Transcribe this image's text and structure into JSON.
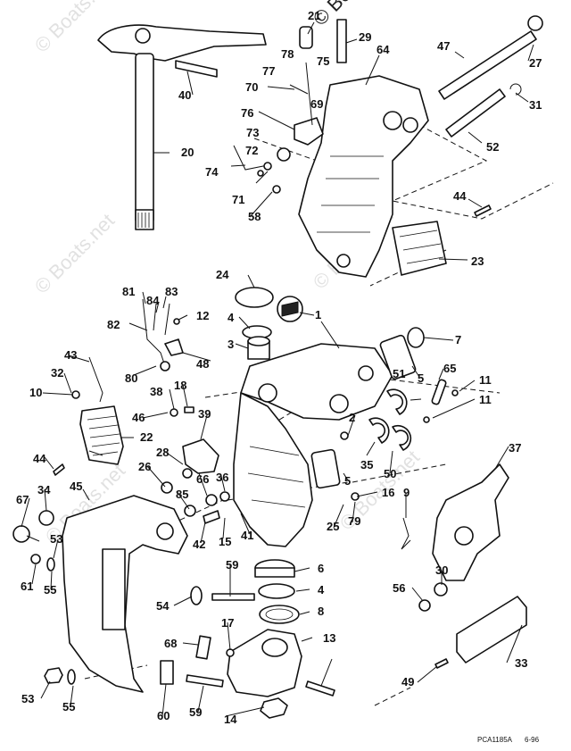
{
  "watermark": {
    "text": "© Boats.net"
  },
  "footer": {
    "code": "PCA1185A",
    "date": "6-96"
  },
  "callouts": {
    "c1": "1",
    "c2": "2",
    "c3": "3",
    "c4a": "4",
    "c4b": "4",
    "c5a": "5",
    "c5b": "5",
    "c6": "6",
    "c7": "7",
    "c8": "8",
    "c9": "9",
    "c10": "10",
    "c11a": "11",
    "c11b": "11",
    "c12": "12",
    "c13": "13",
    "c14": "14",
    "c15": "15",
    "c16": "16",
    "c17": "17",
    "c18": "18",
    "c20": "20",
    "c21": "21",
    "c22": "22",
    "c23": "23",
    "c24": "24",
    "c25": "25",
    "c26": "26",
    "c27": "27",
    "c28": "28",
    "c29": "29",
    "c30": "30",
    "c31": "31",
    "c32": "32",
    "c33": "33",
    "c34": "34",
    "c35": "35",
    "c36": "36",
    "c37": "37",
    "c38": "38",
    "c39": "39",
    "c40": "40",
    "c41": "41",
    "c42": "42",
    "c43": "43",
    "c44a": "44",
    "c44b": "44",
    "c45": "45",
    "c46": "46",
    "c47": "47",
    "c48": "48",
    "c49": "49",
    "c50": "50",
    "c51": "51",
    "c52": "52",
    "c53a": "53",
    "c53b": "53",
    "c54": "54",
    "c55a": "55",
    "c55b": "55",
    "c56": "56",
    "c58": "58",
    "c59a": "59",
    "c59b": "59",
    "c60": "60",
    "c61": "61",
    "c64": "64",
    "c65": "65",
    "c66": "66",
    "c67": "67",
    "c68": "68",
    "c69": "69",
    "c70": "70",
    "c71": "71",
    "c72": "72",
    "c73": "73",
    "c74": "74",
    "c75": "75",
    "c76": "76",
    "c77": "77",
    "c78": "78",
    "c79": "79",
    "c80": "80",
    "c81": "81",
    "c82": "82",
    "c83": "83",
    "c84": "84",
    "c85": "85"
  }
}
